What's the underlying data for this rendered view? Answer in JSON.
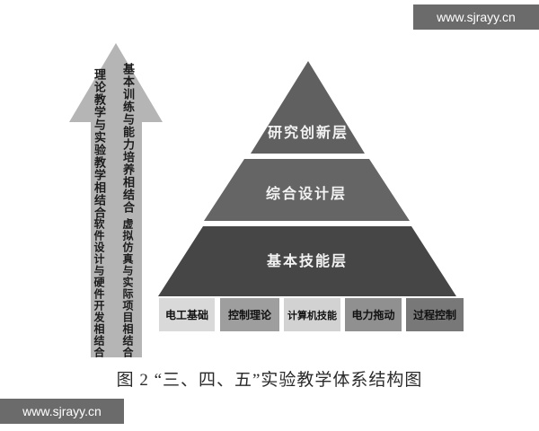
{
  "watermarks": {
    "top_right": "www.sjrayy.cn",
    "bottom_left": "www.sjrayy.cn",
    "bg_color": "#6b6b6b"
  },
  "arrow": {
    "color": "#b5b5b5",
    "phrases": [
      {
        "position": "top-left",
        "text": "理论教学与实验教学相结合"
      },
      {
        "position": "top-right",
        "text": "基本训练与能力培养相结合"
      },
      {
        "position": "bottom-left",
        "text": "软件设计与硬件开发相结合"
      },
      {
        "position": "bottom-right",
        "text": "虚拟仿真与实际项目相结合"
      }
    ]
  },
  "pyramid": {
    "layers": [
      {
        "label": "研究创新层",
        "color": "#606060"
      },
      {
        "label": "综合设计层",
        "color": "#656565"
      },
      {
        "label": "基本技能层",
        "color": "#464646"
      }
    ]
  },
  "foundation_boxes": [
    {
      "label": "电工基础",
      "color": "#d9d9d9"
    },
    {
      "label": "控制理论",
      "color": "#9e9e9e"
    },
    {
      "label": "计算机技能",
      "color": "#d2d2d2"
    },
    {
      "label": "电力拖动",
      "color": "#909090"
    },
    {
      "label": "过程控制",
      "color": "#787878"
    }
  ],
  "caption": "图 2 “三、四、五”实验教学体系结构图"
}
